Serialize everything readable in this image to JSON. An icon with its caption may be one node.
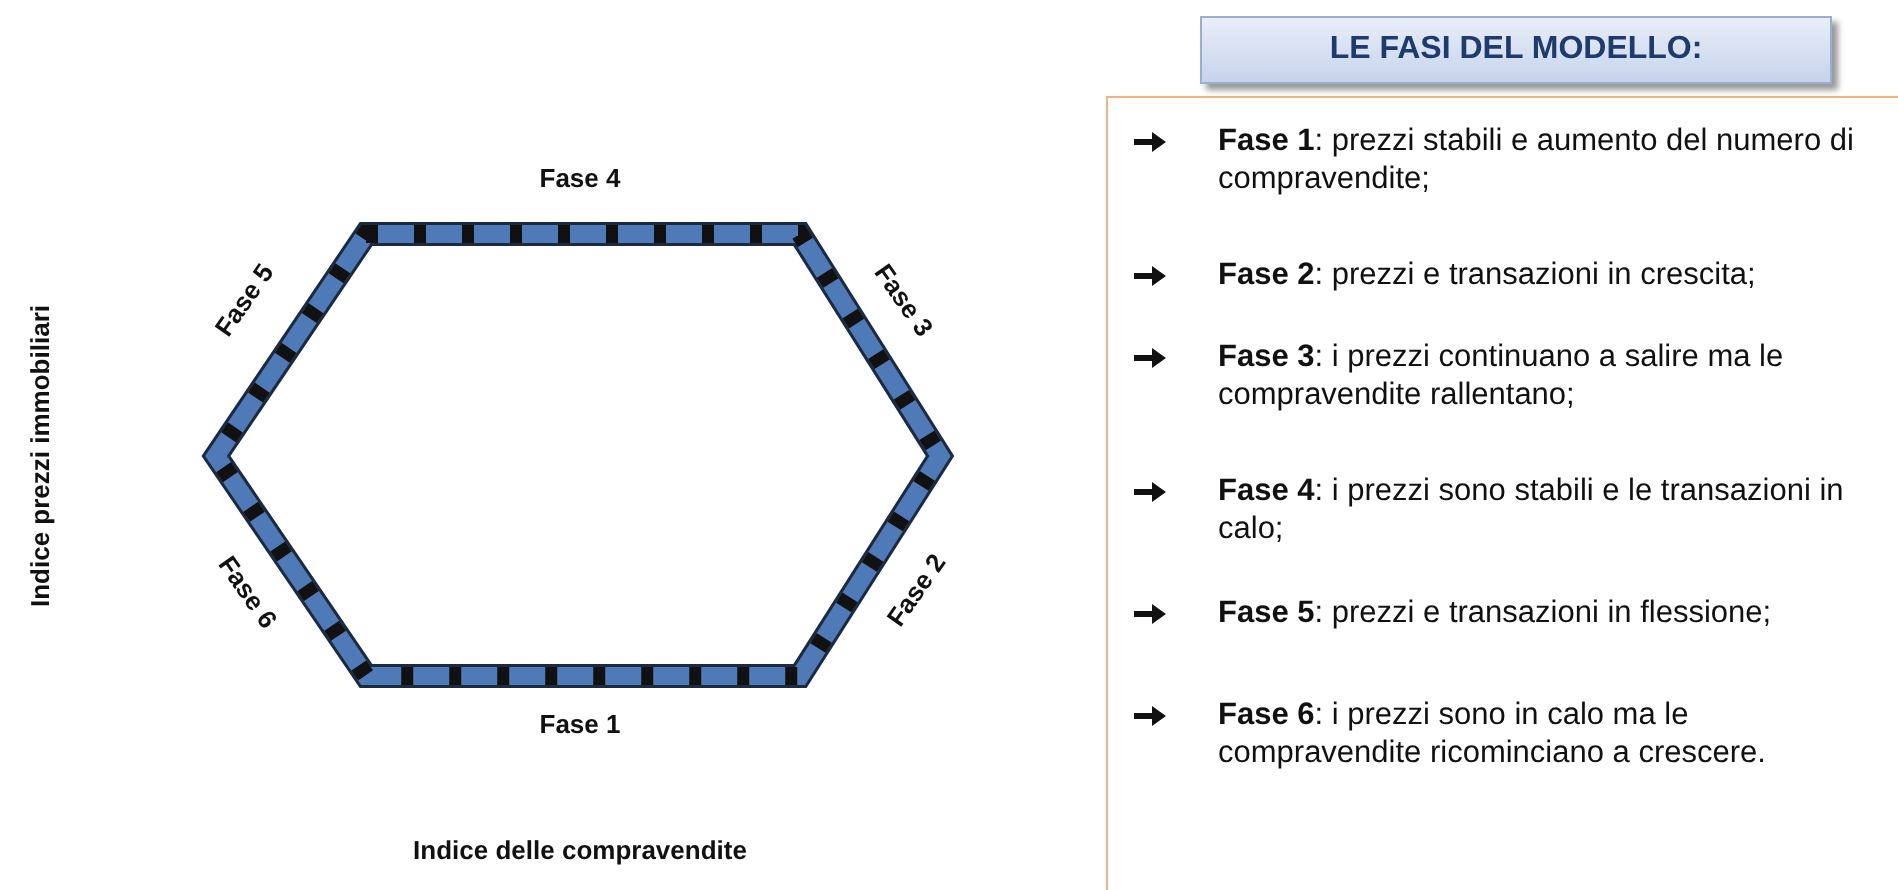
{
  "diagram": {
    "nodes": [
      {
        "text": [
          "LE FASI DEL MODELLO:"
        ]
      },
      {
        "text": [
          "**Fase 1**: prezzi stabili e aumento del numero di compravendite;",
          "**Fase 2**: prezzi e transazioni in crescita;",
          "**Fase 3**: i prezzi continuano a salire ma le compravendite rallentano;",
          "**Fase 4**: i prezzi sono stabili e le transazioni in calo;",
          "**Fase 5**: prezzi e transazioni in flessione;",
          "**Fase 6**: i prezzi sono in calo ma le compravendite ricominciano a crescere."
        ]
      }
    ],
    "labels": [
      "Fase 4",
      "Fase 5",
      "Fase 3",
      "Fase 6",
      "Fase 2",
      "Fase 1",
      "Indice prezzi immobiliari",
      "Indice delle compravendite"
    ]
  }
}
